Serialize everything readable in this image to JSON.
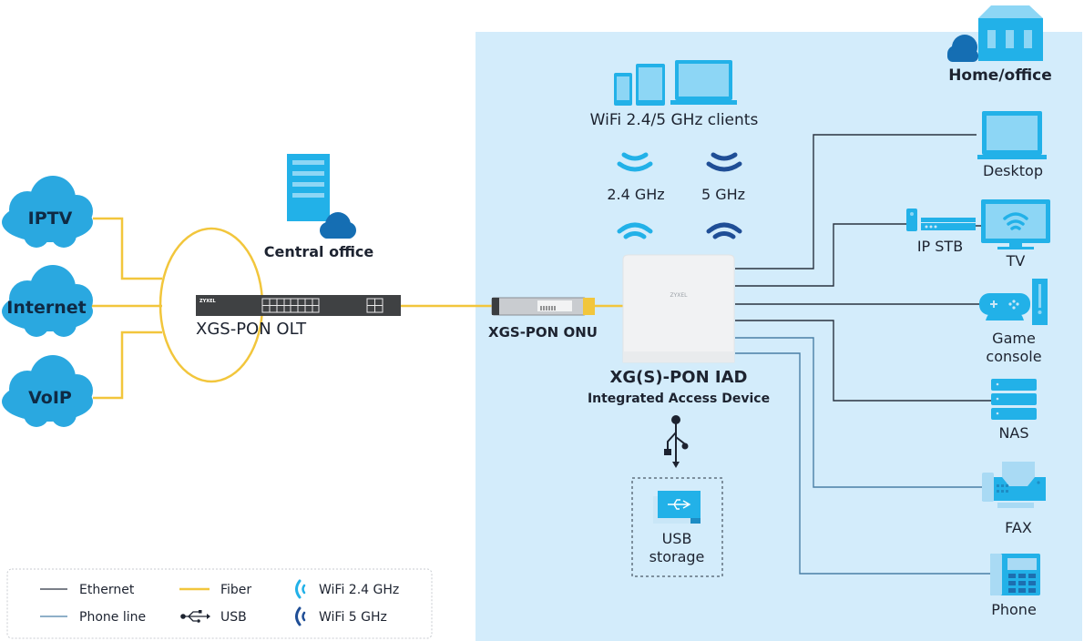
{
  "colors": {
    "panel_bg": "#d3ecfb",
    "accent_light": "#22b1e8",
    "accent_dark": "#1f4e96",
    "cloud": "#2aa8e0",
    "cloud_dark": "#156eb3",
    "fiber": "#f2c63c",
    "ethernet": "#2a3340",
    "phone_line": "#4a7fa6",
    "olt_body": "#3f4143"
  },
  "services": [
    {
      "label": "IPTV"
    },
    {
      "label": "Internet"
    },
    {
      "label": "VoIP"
    }
  ],
  "central_office": {
    "label": "Central office",
    "icon": "building-cloud-icon"
  },
  "olt": {
    "label": "XGS-PON OLT",
    "brand": "ZYXEL"
  },
  "onu": {
    "label": "XGS-PON ONU"
  },
  "home_office": {
    "label": "Home/office",
    "icon": "house-cloud-icon"
  },
  "wifi": {
    "clients_label": "WiFi 2.4/5 GHz clients",
    "band_24_label": "2.4 GHz",
    "band_5_label": "5 GHz"
  },
  "iad": {
    "title": "XG(S)-PON IAD",
    "subtitle": "Integrated Access Device",
    "brand": "ZYXEL"
  },
  "usb_storage": {
    "line1": "USB",
    "line2": "storage"
  },
  "devices": [
    {
      "label": "Desktop",
      "icon": "laptop-icon",
      "link": "ethernet"
    },
    {
      "label": "IP STB",
      "icon": "set-top-box-icon",
      "link": "ethernet"
    },
    {
      "label": "TV",
      "icon": "tv-icon",
      "link": "ethernet"
    },
    {
      "label": "Game",
      "label2": "console",
      "icon": "game-console-icon",
      "link": "ethernet"
    },
    {
      "label": "NAS",
      "icon": "nas-icon",
      "link": "ethernet"
    },
    {
      "label": "FAX",
      "icon": "fax-icon",
      "link": "phone"
    },
    {
      "label": "Phone",
      "icon": "phone-icon",
      "link": "phone"
    }
  ],
  "legend": {
    "items": [
      {
        "label": "Ethernet",
        "kind": "ethernet-line"
      },
      {
        "label": "Phone line",
        "kind": "phone-line"
      },
      {
        "label": "Fiber",
        "kind": "fiber-line"
      },
      {
        "label": "USB",
        "kind": "usb-symbol"
      },
      {
        "label": "WiFi 2.4 GHz",
        "kind": "wifi-24"
      },
      {
        "label": "WiFi 5 GHz",
        "kind": "wifi-5"
      }
    ]
  }
}
